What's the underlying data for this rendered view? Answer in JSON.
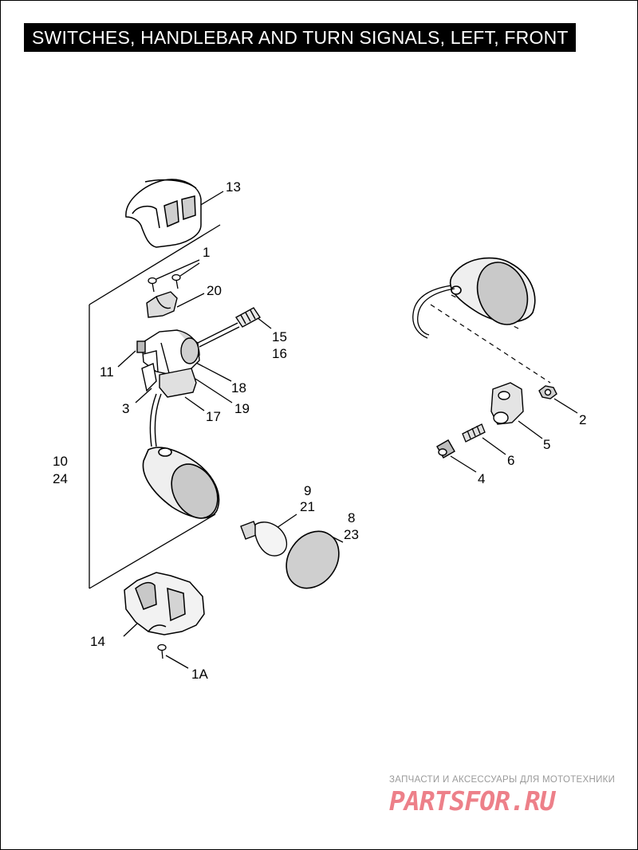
{
  "page": {
    "title": "SWITCHES, HANDLEBAR AND TURN SIGNALS, LEFT, FRONT"
  },
  "callouts": {
    "c13": "13",
    "c1": "1",
    "c20": "20",
    "c15": "15",
    "c16": "16",
    "c11": "11",
    "c18": "18",
    "c3": "3",
    "c19": "19",
    "c17": "17",
    "c10": "10",
    "c24": "24",
    "c2": "2",
    "c5": "5",
    "c6": "6",
    "c4": "4",
    "c9": "9",
    "c21": "21",
    "c8": "8",
    "c23": "23",
    "c14": "14",
    "c1a": "1A"
  },
  "watermark": {
    "tagline": "ЗАПЧАСТИ И АКСЕССУАРЫ ДЛЯ МОТОТЕХНИКИ",
    "brand": "PARTSFOR.RU"
  }
}
